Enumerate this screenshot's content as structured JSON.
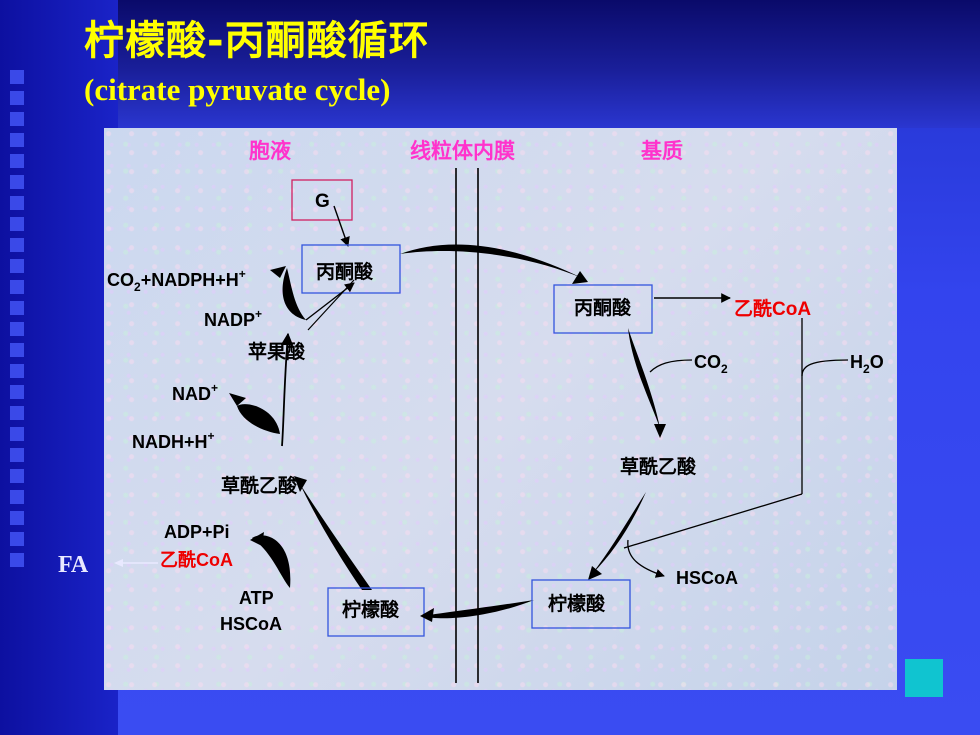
{
  "slide": {
    "title": "柠檬酸-丙酮酸循环",
    "subtitle": "(citrate pyruvate cycle)",
    "side_label": "FA"
  },
  "diagram": {
    "regions": {
      "cytosol": "胞液",
      "membrane": "线粒体内膜",
      "matrix": "基质"
    },
    "glucose": "G",
    "pyruvate_cyto": "丙酮酸",
    "co2_nadph_base": "CO",
    "co2_nadph_sub": "2",
    "co2_nadph_rest": "+NADPH+H",
    "co2_nadph_sup": "+",
    "nadp_base": "NADP",
    "nadp_sup": "+",
    "malate": "苹果酸",
    "nad_base": "NAD",
    "nad_sup": "+",
    "nadh_base": "NADH+H",
    "nadh_sup": "+",
    "oaa_cyto": "草酰乙酸",
    "adp_pi": "ADP+Pi",
    "acetylcoa_cyto": "乙酰CoA",
    "atp": "ATP",
    "hscoa_cyto": "HSCoA",
    "citrate_cyto": "柠檬酸",
    "pyruvate_mito": "丙酮酸",
    "acetylcoa_mito": "乙酰CoA",
    "co2_base": "CO",
    "co2_sub": "2",
    "h2o_h": "H",
    "h2o_sub": "2",
    "h2o_o": "O",
    "oaa_mito": "草酰乙酸",
    "hscoa_mito": "HSCoA",
    "citrate_mito": "柠檬酸"
  },
  "colors": {
    "title": "#ffff00",
    "region_label": "#ff33cc",
    "acetyl_coa": "#ee0000",
    "teal_square": "#10c4d0"
  }
}
